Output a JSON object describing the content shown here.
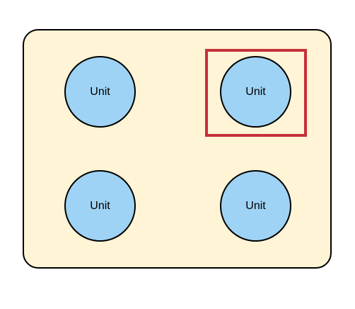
{
  "diagram": {
    "units": [
      {
        "label": "Unit"
      },
      {
        "label": "Unit"
      },
      {
        "label": "Unit"
      },
      {
        "label": "Unit"
      }
    ],
    "highlighted_unit_index": 1
  },
  "colors": {
    "container_fill": "#fff4d6",
    "unit_fill": "#9fd3f5",
    "highlight_stroke": "#c4313a",
    "outline": "#000000"
  }
}
